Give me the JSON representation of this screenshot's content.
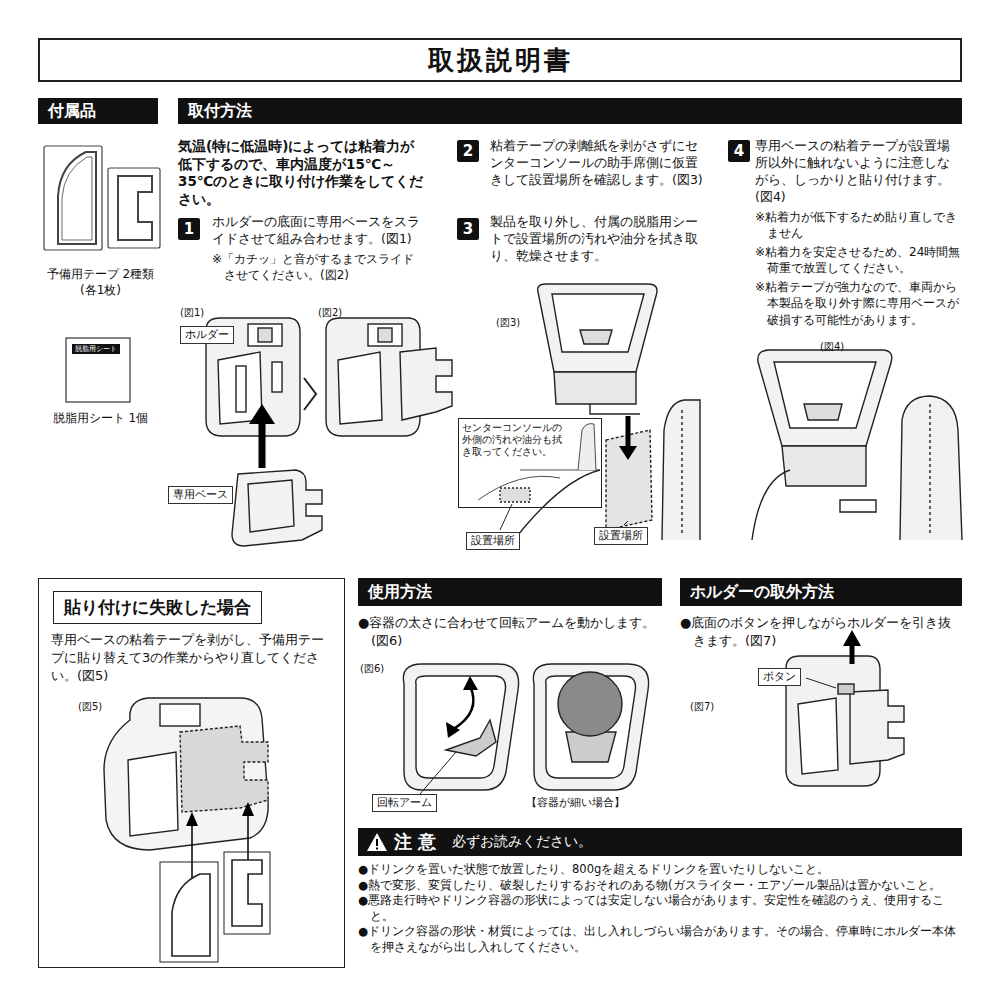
{
  "diagram": {
    "title": "取扱説明書",
    "nodes": [
      {
        "text": [
          "付属品"
        ]
      },
      {
        "text": [
          "脱脂用シート"
        ]
      },
      {
        "text": [
          "取付方法"
        ]
      },
      {
        "text": [
          "1"
        ]
      },
      {
        "text": [
          "2"
        ]
      },
      {
        "text": [
          "3"
        ]
      },
      {
        "text": [
          "4"
        ]
      },
      {
        "text": [
          "ホルダー"
        ]
      },
      {
        "text": [
          "専用ベース"
        ]
      },
      {
        "text": [
          "センターコンソールの外側の汚れや油分も拭き取ってください。"
        ]
      },
      {
        "text": [
          "設置場所"
        ]
      },
      {
        "text": [
          "設置場所"
        ]
      },
      {
        "text": [
          "専用ベースの粘着テープを剥がし、予備用テープに貼り替えて3の作業からやり直してください。(図5)"
        ]
      },
      {
        "text": [
          "貼り付けに失敗した場合"
        ],
        "in": 12
      },
      {
        "text": [
          "使用方法"
        ]
      },
      {
        "text": [
          "回転アーム"
        ]
      },
      {
        "text": [
          "ホルダーの取外方法"
        ]
      },
      {
        "text": [
          "ボタン"
        ]
      },
      {
        "text": [
          "注 意",
          "必ずお読みください。"
        ]
      }
    ],
    "labels": [
      "予備用テープ 2種類 (各1枚)",
      "脱脂用シート 1個",
      "気温(特に低温時)によっては粘着力が低下するので、車内温度が15℃～35℃のときに取り付け作業をしてください。",
      "ホルダーの底面に専用ベースをスライドさせて組み合わせます。(図1)",
      "※「カチッ」と音がするまでスライドさせてください。(図2)",
      "(図1)",
      "(図2)",
      "粘着テープの剥離紙を剥がさずにセンターコンソールの助手席側に仮置きして設置場所を確認します。(図3)",
      "製品を取り外し、付属の脱脂用シートで設置場所の汚れや油分を拭き取り、乾燥させます。",
      "(図3)",
      "専用ベースの粘着テープが設置場所以外に触れないように注意しながら、しっかりと貼り付けます。(図4)",
      "※粘着力が低下するため貼り直しできません",
      "※粘着力を安定させるため、24時間無荷重で放置してください。",
      "※粘着テープが強力なので、車両から本製品を取り外す際に専用ベースが破損する可能性があります。",
      "(図4)",
      "(図5)",
      "●容器の太さに合わせて回転アームを動かします。(図6)",
      "(図6)",
      "【容器が細い場合】",
      "●底面のボタンを押しながらホルダーを引き抜きます。(図7)",
      "(図7)",
      "●ドリンクを置いた状態で放置したり、800gを超えるドリンクを置いたりしないこと。",
      "●熱で変形、変質したり、破裂したりするおそれのある物(ガスライター・エアゾール製品)は置かないこと。",
      "●悪路走行時やドリンク容器の形状によっては安定しない場合があります。安定性を確認のうえ、使用すること。",
      "●ドリンク容器の形状・材質によっては、出し入れしづらい場合があります。その場合、停車時にホルダー本体を押さえながら出し入れしてください。"
    ]
  }
}
